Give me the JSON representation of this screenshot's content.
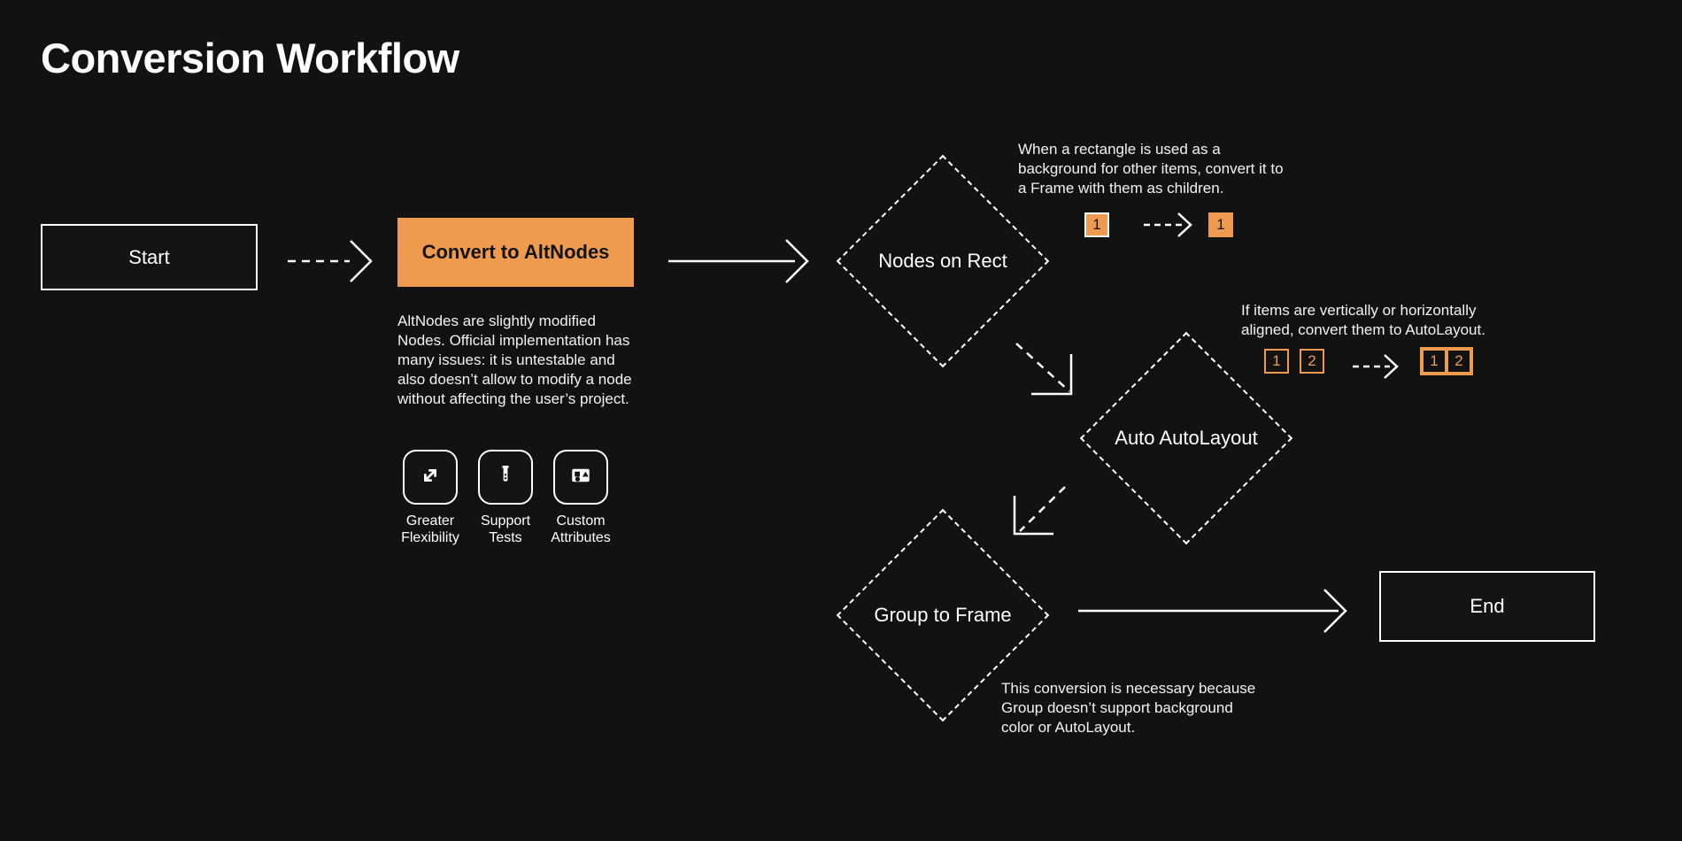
{
  "page": {
    "title": "Conversion Workflow",
    "background_color": "#121212",
    "accent_color": "#ef9b4f",
    "text_color": "#ffffff"
  },
  "nodes": {
    "start": {
      "label": "Start",
      "type": "terminator"
    },
    "convert": {
      "label": "Convert to AltNodes",
      "type": "process",
      "color": "#ef9b4f"
    },
    "nodes_on_rect": {
      "label": "Nodes on Rect",
      "type": "decision"
    },
    "auto_autolayout": {
      "label": "Auto AutoLayout",
      "type": "decision"
    },
    "group_to_frame": {
      "label": "Group to Frame",
      "type": "decision"
    },
    "end": {
      "label": "End",
      "type": "terminator"
    }
  },
  "descriptions": {
    "altnodes": "AltNodes are slightly modified Nodes. Official implementation has many issues: it is untestable and also doesn’t allow to modify a node without affecting the user’s project."
  },
  "features": [
    {
      "icon": "expand-arrows-icon",
      "label": "Greater Flexibility"
    },
    {
      "icon": "test-tube-icon",
      "label": "Support Tests"
    },
    {
      "icon": "shapes-attributes-icon",
      "label": "Custom Attributes"
    }
  ],
  "annotations": {
    "nodes_on_rect": "When a rectangle is used as a background for other items, convert it to a Frame with them as children.",
    "auto_autolayout": "If items are vertically or horizontally aligned, convert them to AutoLayout.",
    "group_to_frame": "This conversion is necessary because Group doesn’t support background color or AutoLayout."
  },
  "badges": {
    "nodes_on_rect": {
      "before": [
        "1"
      ],
      "after": [
        "1"
      ],
      "after_grouped": false
    },
    "auto_autolayout": {
      "before": [
        "1",
        "2"
      ],
      "after": [
        "1",
        "2"
      ],
      "after_grouped": true
    }
  },
  "connectors": [
    {
      "from": "start",
      "to": "convert",
      "style": "dashed",
      "head": "chevron"
    },
    {
      "from": "convert",
      "to": "nodes_on_rect",
      "style": "solid",
      "head": "chevron"
    },
    {
      "from": "nodes_on_rect",
      "to": "auto_autolayout",
      "style": "dashed",
      "head": "corner"
    },
    {
      "from": "auto_autolayout",
      "to": "group_to_frame",
      "style": "dashed",
      "head": "corner"
    },
    {
      "from": "group_to_frame",
      "to": "end",
      "style": "solid",
      "head": "chevron"
    },
    {
      "from": "badge-1-before",
      "to": "badge-1-after",
      "style": "dashed",
      "head": "chevron"
    },
    {
      "from": "badge-12-before",
      "to": "badge-12-after",
      "style": "dashed",
      "head": "chevron"
    }
  ]
}
